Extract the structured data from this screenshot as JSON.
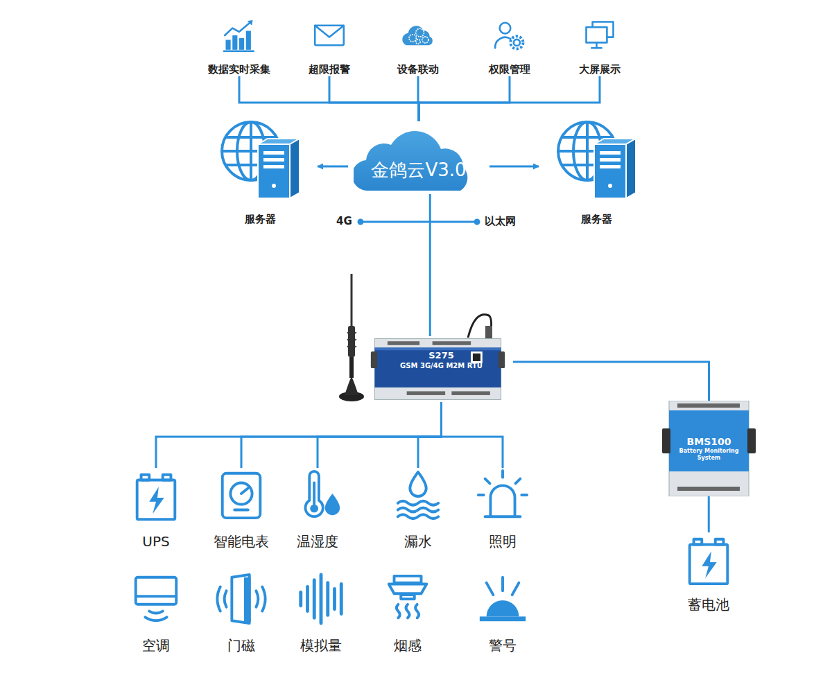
{
  "diagram": {
    "nodes": [
      {
        "text": [
          "数据实时采集"
        ]
      },
      {
        "text": [
          "超限报警"
        ]
      },
      {
        "text": [
          "设备联动"
        ]
      },
      {
        "text": [
          "权限管理"
        ]
      },
      {
        "text": [
          "大屏展示"
        ]
      },
      {
        "text": [
          "服务器"
        ]
      },
      {
        "text": [
          "金鸽云V3.0"
        ]
      },
      {
        "text": [
          "服务器"
        ]
      },
      {
        "text": [
          "S275",
          "GSM 3G/4G M2M RTU"
        ]
      },
      {
        "text": [
          "BMS100",
          "Battery Monitoring System"
        ]
      },
      {
        "text": [
          "UPS"
        ]
      },
      {
        "text": [
          "智能电表"
        ]
      },
      {
        "text": [
          "温湿度"
        ]
      },
      {
        "text": [
          "漏水"
        ]
      },
      {
        "text": [
          "照明"
        ]
      },
      {
        "text": [
          "空调"
        ]
      },
      {
        "text": [
          "门磁"
        ]
      },
      {
        "text": [
          "模拟量"
        ]
      },
      {
        "text": [
          "烟感"
        ]
      },
      {
        "text": [
          "警号"
        ]
      },
      {
        "text": [
          "蓄电池"
        ]
      }
    ],
    "edges": [
      {
        "from": 6,
        "to": 0,
        "arrow": "none"
      },
      {
        "from": 6,
        "to": 1,
        "arrow": "none"
      },
      {
        "from": 6,
        "to": 2,
        "arrow": "none"
      },
      {
        "from": 6,
        "to": 3,
        "arrow": "none"
      },
      {
        "from": 6,
        "to": 4,
        "arrow": "none"
      },
      {
        "from": 6,
        "to": 5,
        "arrow": "to"
      },
      {
        "from": 6,
        "to": 7,
        "arrow": "to"
      },
      {
        "from": 6,
        "to": 8,
        "arrow": "none"
      },
      {
        "from": 8,
        "to": 10,
        "arrow": "none"
      },
      {
        "from": 8,
        "to": 11,
        "arrow": "none"
      },
      {
        "from": 8,
        "to": 12,
        "arrow": "none"
      },
      {
        "from": 8,
        "to": 13,
        "arrow": "none"
      },
      {
        "from": 8,
        "to": 14,
        "arrow": "none"
      },
      {
        "from": 8,
        "to": 9,
        "arrow": "none"
      },
      {
        "from": 9,
        "to": 20,
        "arrow": "none"
      }
    ],
    "labels": [
      "4G",
      "以太网"
    ]
  }
}
